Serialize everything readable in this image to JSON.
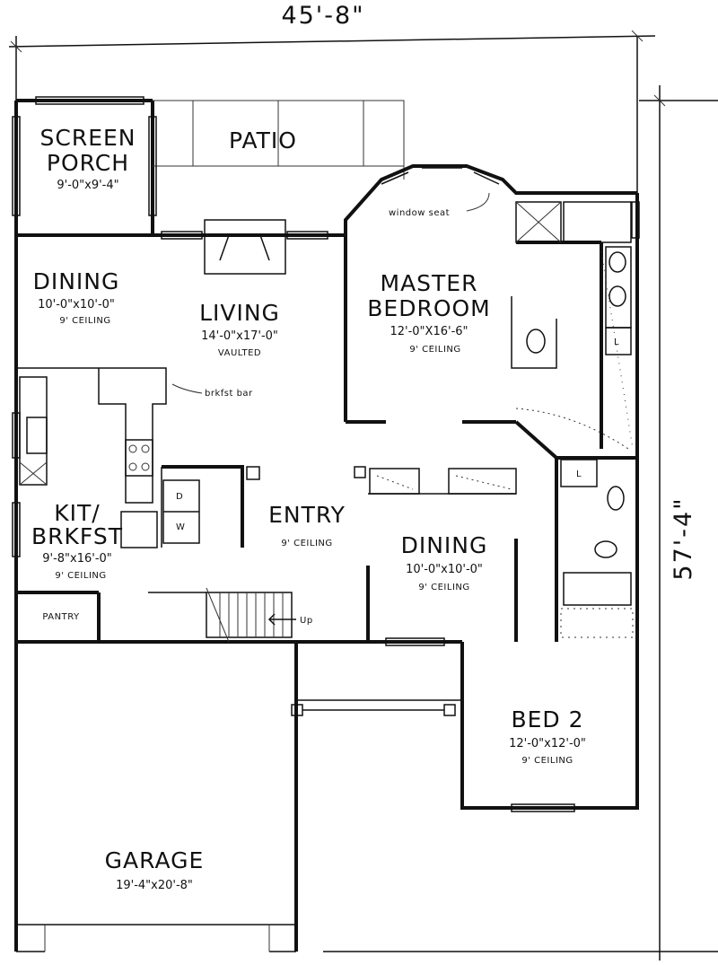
{
  "dimensions": {
    "width": "45'-8\"",
    "depth": "57'-4\""
  },
  "rooms": {
    "screen_porch": {
      "name_line1": "SCREEN",
      "name_line2": "PORCH",
      "size": "9'-0\"x9'-4\""
    },
    "patio": {
      "name": "PATIO"
    },
    "dining_left": {
      "name": "DINING",
      "size": "10'-0\"x10'-0\"",
      "ceiling": "9' CEILING"
    },
    "living": {
      "name": "LIVING",
      "size": "14'-0\"x17'-0\"",
      "ceiling": "VAULTED"
    },
    "master_bedroom": {
      "name_line1": "MASTER",
      "name_line2": "BEDROOM",
      "size": "12'-0\"X16'-6\"",
      "ceiling": "9' CEILING"
    },
    "kitchen": {
      "name_line1": "KIT/",
      "name_line2": "BRKFST",
      "size": "9'-8\"x16'-0\"",
      "ceiling": "9' CEILING"
    },
    "entry": {
      "name": "ENTRY",
      "ceiling": "9' CEILING"
    },
    "dining_right": {
      "name": "DINING",
      "size": "10'-0\"x10'-0\"",
      "ceiling": "9' CEILING"
    },
    "pantry": {
      "name": "PANTRY"
    },
    "bed2": {
      "name": "BED 2",
      "size": "12'-0\"x12'-0\"",
      "ceiling": "9' CEILING"
    },
    "garage": {
      "name": "GARAGE",
      "size": "19'-4\"x20'-8\""
    }
  },
  "annotations": {
    "window_seat": "window seat",
    "brkfst_bar": "brkfst bar",
    "stairs_up": "Up",
    "dryer": "D",
    "washer": "W",
    "linen_1": "L",
    "linen_2": "L"
  }
}
